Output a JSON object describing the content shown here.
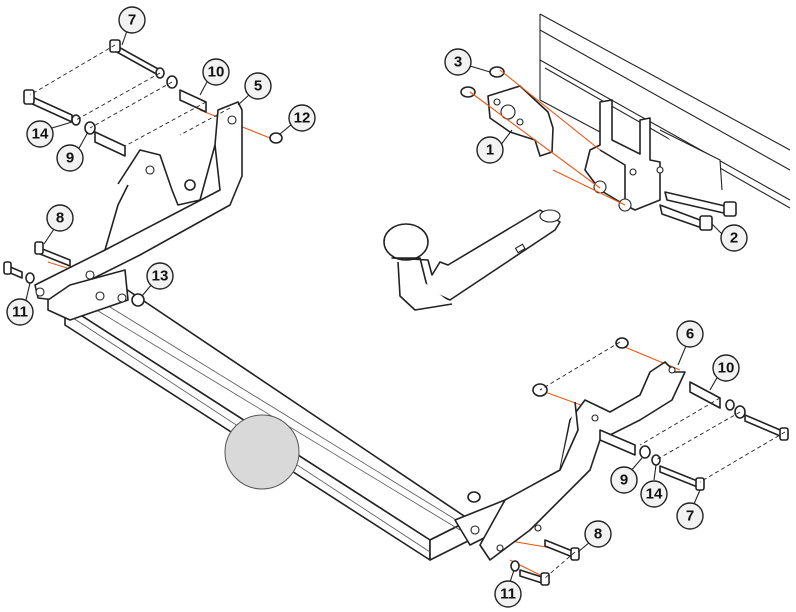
{
  "colors": {
    "outline": "#222222",
    "axis": "#e85a1a",
    "callout_fill": "#f2f2f2",
    "ball_cover": "#d9d9d9"
  },
  "callouts": [
    {
      "label": "7"
    },
    {
      "label": "10"
    },
    {
      "label": "5"
    },
    {
      "label": "12"
    },
    {
      "label": "14"
    },
    {
      "label": "9"
    },
    {
      "label": "8"
    },
    {
      "label": "11"
    },
    {
      "label": "13"
    },
    {
      "label": "3"
    },
    {
      "label": "1"
    },
    {
      "label": "2"
    },
    {
      "label": "6"
    },
    {
      "label": "10"
    },
    {
      "label": "9"
    },
    {
      "label": "14"
    },
    {
      "label": "7"
    },
    {
      "label": "8"
    },
    {
      "label": "11"
    }
  ]
}
